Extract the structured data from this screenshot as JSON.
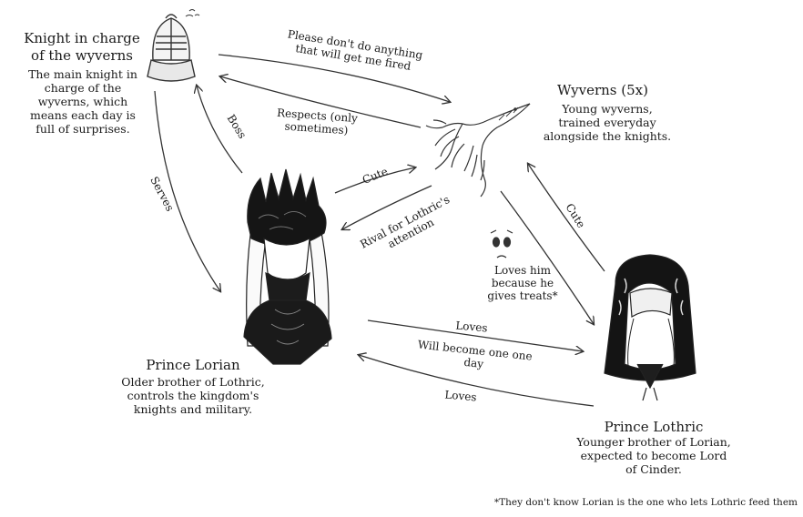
{
  "nodes": {
    "knight": {
      "name": "Knight in charge of the wyverns",
      "desc": "The main knight in charge of the wyverns, which means each day is full of surprises."
    },
    "wyverns": {
      "name": "Wyverns (5x)",
      "desc": "Young wyverns, trained everyday alongside the knights."
    },
    "lorian": {
      "name": "Prince Lorian",
      "desc": "Older brother of Lothric, controls the kingdom's knights and military."
    },
    "lothric": {
      "name": "Prince Lothric",
      "desc": "Younger brother of Lorian, expected to become Lord of Cinder."
    }
  },
  "edges": {
    "knight_to_wyverns": "Please don't do anything that will get me fired",
    "wyverns_to_knight": "Respects (only sometimes)",
    "lorian_to_knight": "Boss",
    "knight_to_lorian": "Serves",
    "lorian_to_wyverns": "Cute",
    "wyverns_to_lorian": "Rival for Lothric's attention",
    "lothric_to_wyverns": "Cute",
    "wyverns_to_lothric": "Loves him because he gives treats*",
    "lorian_to_lothric": "Loves",
    "lothric_to_lorian_1": "Will become one one day",
    "lothric_to_lorian_2": "Loves"
  },
  "footnote": "*They don't know Lorian is the one who lets Lothric feed them"
}
